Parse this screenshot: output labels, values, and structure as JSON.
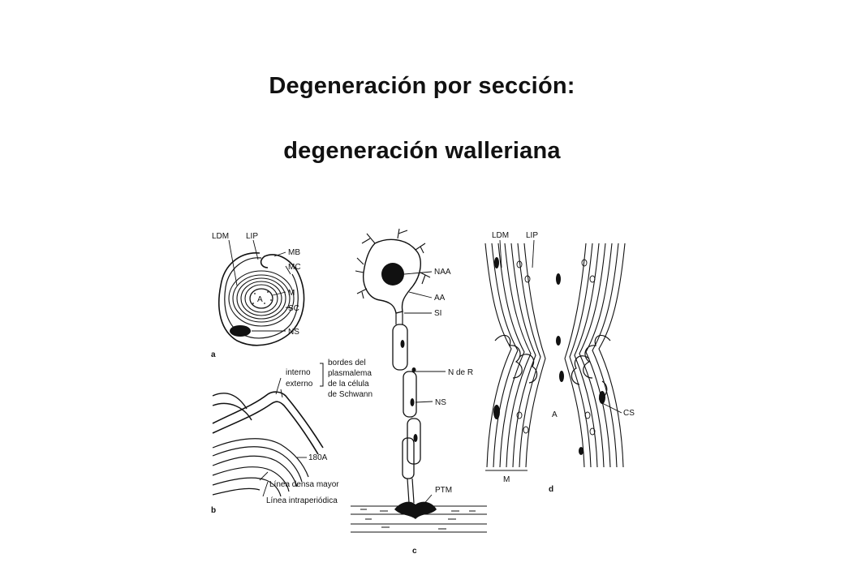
{
  "title": {
    "line1": "Degeneración por sección:",
    "line2": "degeneración walleriana"
  },
  "panel_a": {
    "letter": "a",
    "labels": {
      "ldm": "LDM",
      "lip": "LIP",
      "mb": "MB",
      "mc": "MC",
      "m": "M",
      "sc": "SC",
      "ns": "NS",
      "a": "A"
    }
  },
  "panel_b": {
    "letter": "b",
    "labels": {
      "interno": "interno",
      "externo": "externo",
      "bordes1": "bordes del",
      "bordes2": "plasmalema",
      "bordes3": "de la célula",
      "bordes4": "de Schwann",
      "angstrom": "180A",
      "linea_densa": "Línea densa mayor",
      "linea_intra": "Línea intraperiódica"
    }
  },
  "panel_c": {
    "letter": "c",
    "labels": {
      "naa": "NAA",
      "aa": "AA",
      "si": "SI",
      "nder": "N de R",
      "ns": "NS",
      "ptm": "PTM"
    }
  },
  "panel_d": {
    "letter": "d",
    "labels": {
      "ldm": "LDM",
      "lip": "LIP",
      "cs": "CS",
      "a": "A",
      "m": "M"
    }
  }
}
